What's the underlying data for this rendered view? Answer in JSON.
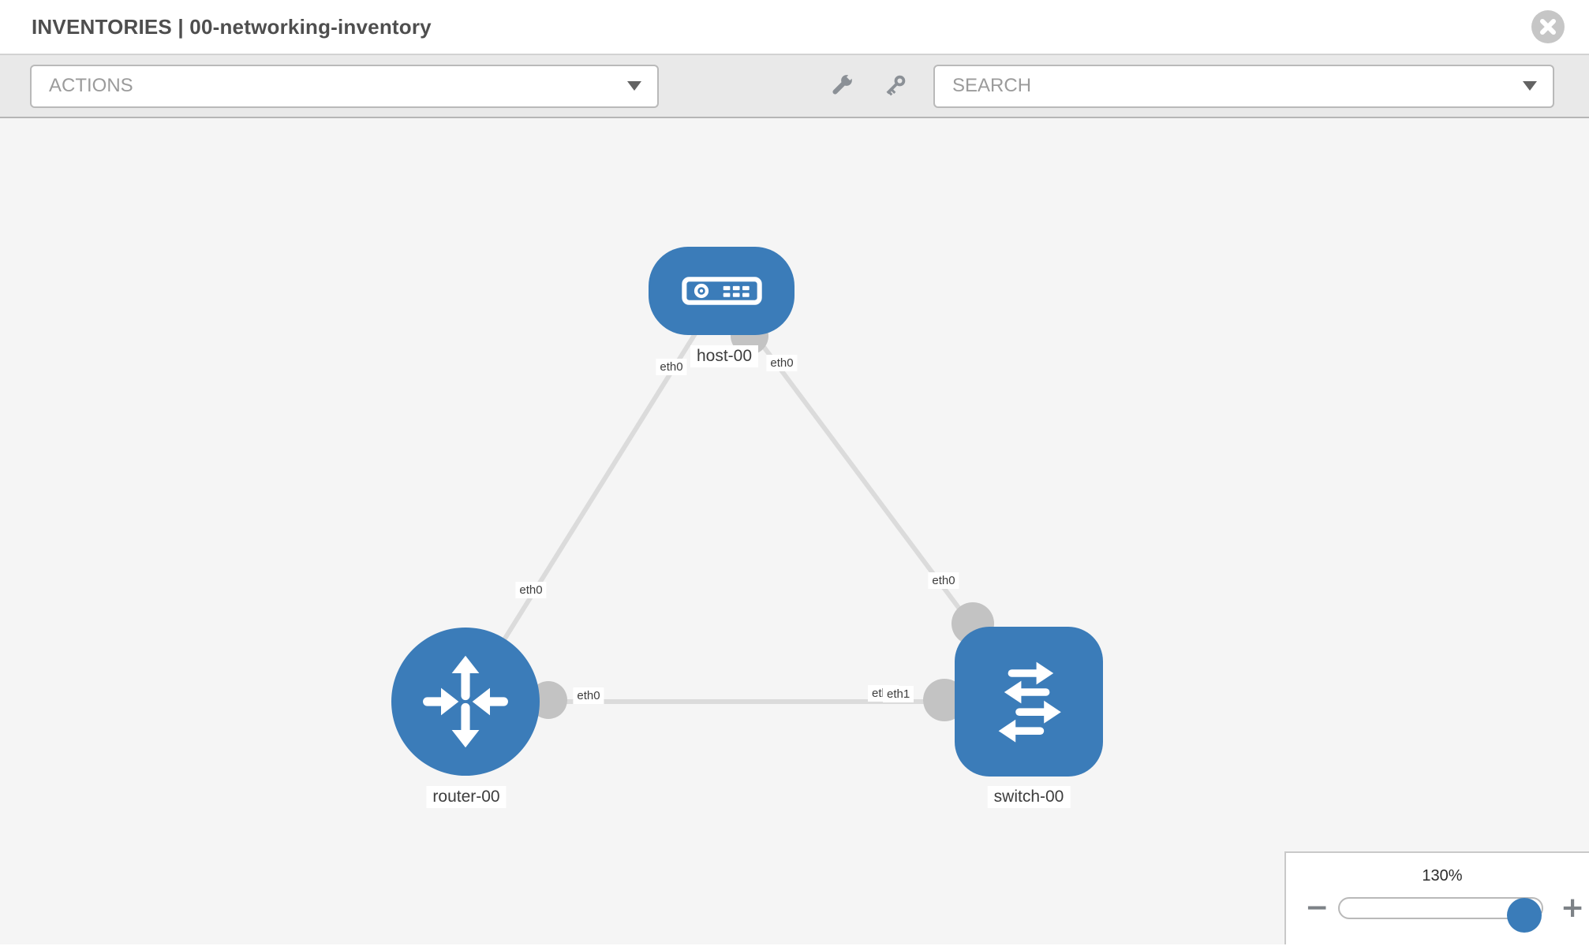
{
  "header": {
    "title": "INVENTORIES | 00-networking-inventory"
  },
  "toolbar": {
    "actions_placeholder": "ACTIONS",
    "search_placeholder": "SEARCH"
  },
  "topology": {
    "node_labels": {
      "host": "host-00",
      "router": "router-00",
      "switch": "switch-00"
    },
    "interface_labels": {
      "host_to_router_at_host": "eth0",
      "host_to_router_at_router": "eth0",
      "host_to_switch_at_host": "eth0",
      "host_to_switch_at_switch": "eth0",
      "router_to_switch_at_router": "eth0",
      "router_to_switch_at_switch_back": "eth0",
      "router_to_switch_at_switch_front": "eth1"
    },
    "links": [
      {
        "from": "host-00",
        "to": "router-00",
        "from_interface": "eth0",
        "to_interface": "eth0"
      },
      {
        "from": "host-00",
        "to": "switch-00",
        "from_interface": "eth0",
        "to_interface": "eth0"
      },
      {
        "from": "router-00",
        "to": "switch-00",
        "from_interface": "eth0",
        "to_interface": "eth1"
      }
    ]
  },
  "zoom_control": {
    "level": "130%",
    "minus_glyph": "−",
    "plus_glyph": "+"
  },
  "colors": {
    "node_fill": "#3b7cb9",
    "link": "#dbdbdb",
    "connector": "#c3c3c3",
    "zoom_thumb": "#3a7cb9"
  }
}
